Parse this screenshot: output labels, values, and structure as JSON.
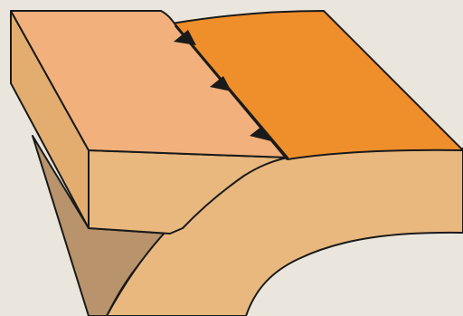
{
  "diagram": {
    "kind": "block-diagram",
    "labels": [],
    "colors": {
      "background": "#ebe6dd",
      "overriding_plate_top": "#f1b07c",
      "overriding_plate_front": "#e8b87e",
      "overriding_plate_side": "#e2ad6f",
      "subducting_plate_top": "#ef8f2b",
      "subducting_slab_front": "#e8b87e",
      "slab_shadow": "#b8936b",
      "outline": "#1a1a1a",
      "trench_teeth": "#1a1a1a"
    },
    "features": [
      {
        "name": "overriding-plate",
        "description_visible": false
      },
      {
        "name": "subducting-plate",
        "description_visible": false
      },
      {
        "name": "trench-line-with-teeth",
        "teeth_count": 3
      }
    ]
  }
}
